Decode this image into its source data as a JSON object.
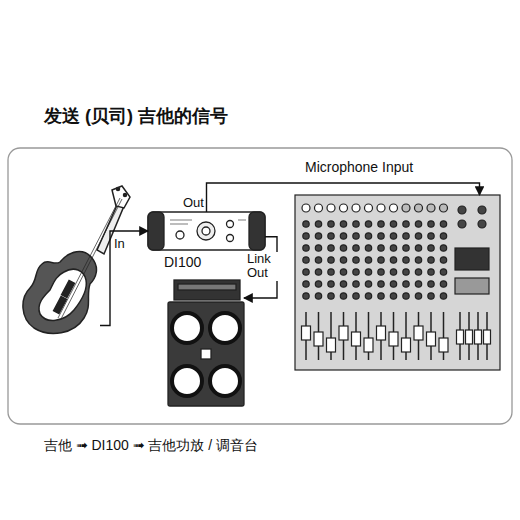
{
  "diagram": {
    "title": "发送 (贝司) 吉他的信号",
    "caption": "吉他 ➟ DI100 ➟ 吉他功放 / 调音台",
    "nodes": [
      {
        "text": []
      },
      {
        "text": [
          "DI100"
        ]
      },
      {
        "text": []
      },
      {
        "text": [
          "Microphone Input"
        ]
      }
    ],
    "edges": [
      {
        "from": 0,
        "to": 1,
        "arrow": "to",
        "label": "In"
      },
      {
        "from": 1,
        "to": 3,
        "arrow": "to",
        "label": "Out"
      },
      {
        "from": 1,
        "to": 2,
        "arrow": "to",
        "label": "Link Out"
      }
    ]
  }
}
